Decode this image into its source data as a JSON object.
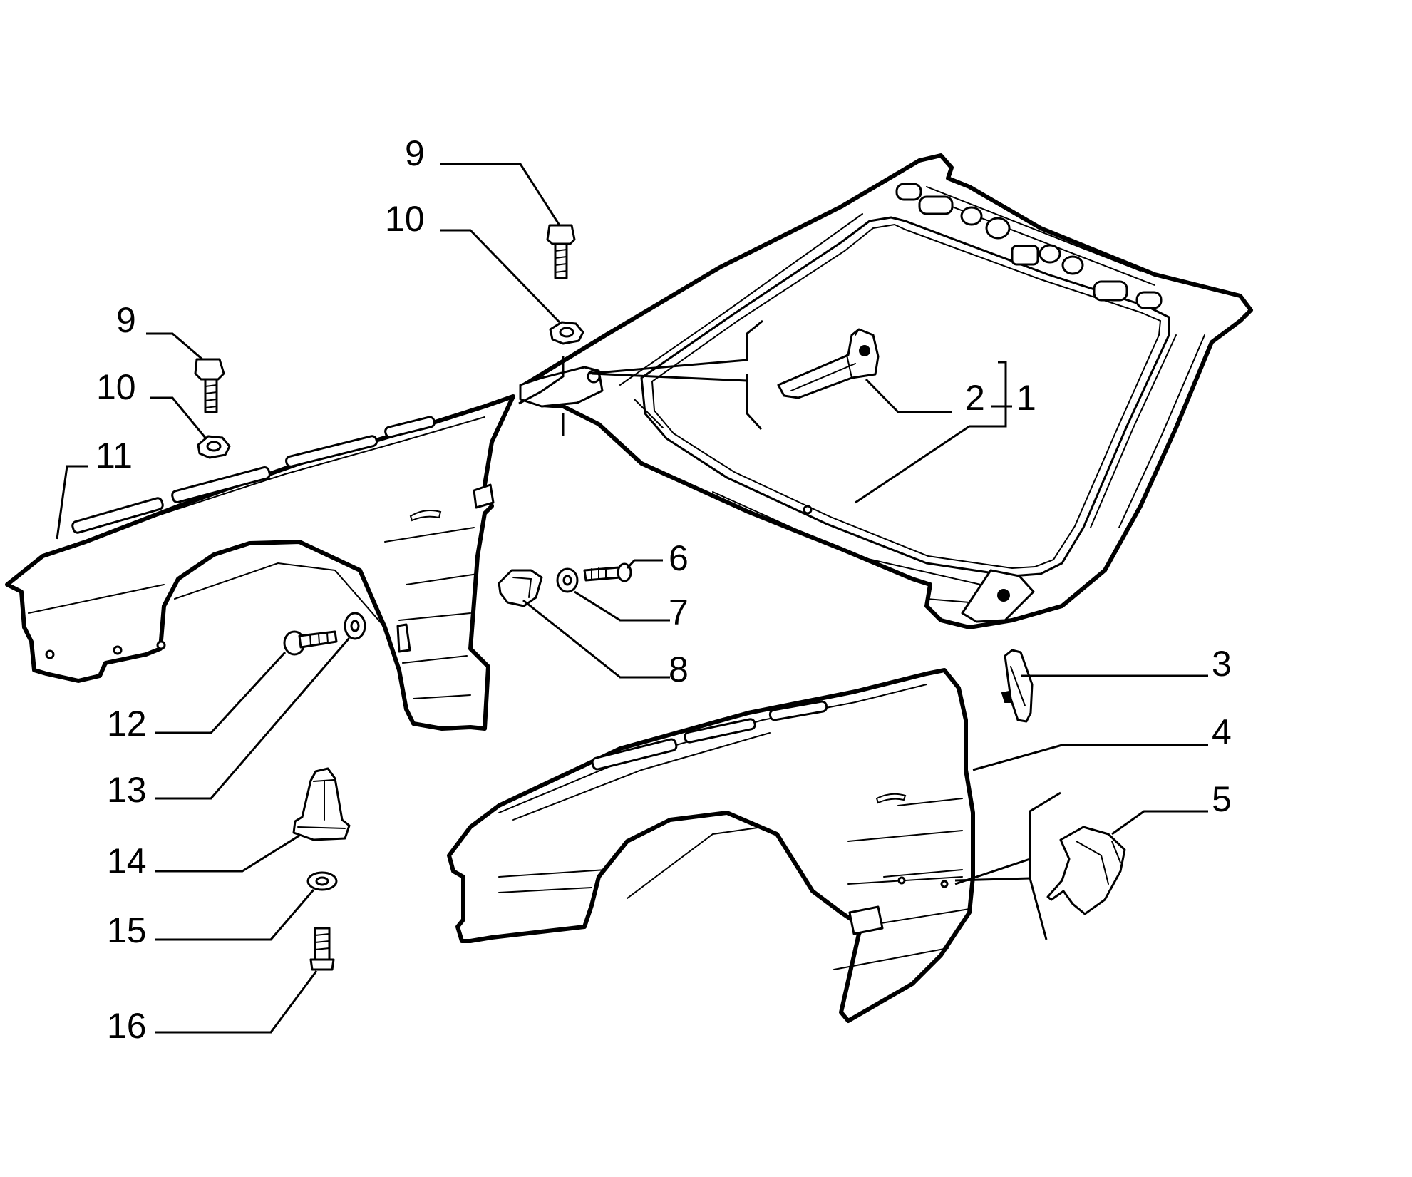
{
  "callouts": {
    "c1": "1",
    "c2": "2",
    "c3": "3",
    "c4": "4",
    "c5": "5",
    "c6": "6",
    "c7": "7",
    "c8": "8",
    "c9_top": "9",
    "c10_top": "10",
    "c9_left": "9",
    "c10_left": "10",
    "c11": "11",
    "c12": "12",
    "c13": "13",
    "c14": "14",
    "c15": "15",
    "c16": "16"
  }
}
